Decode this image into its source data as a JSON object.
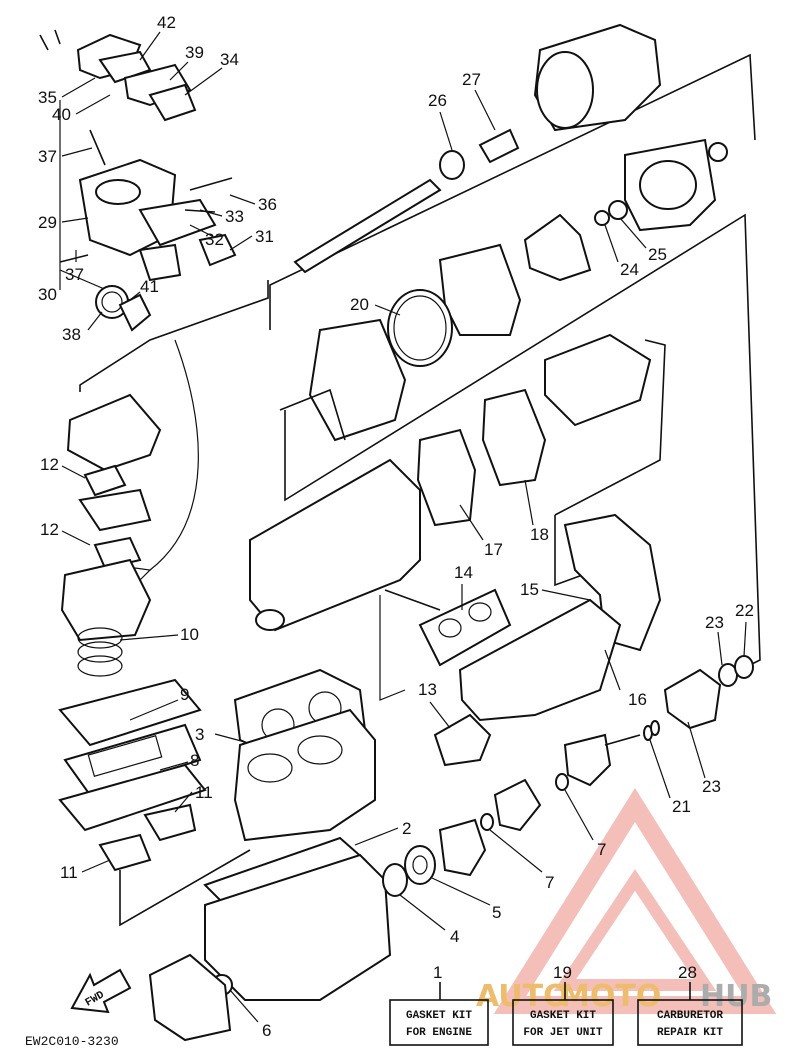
{
  "diagram_code": "EW2C010-3230",
  "fwd_label": "FWD",
  "callouts": [
    {
      "id": "42",
      "text": "42"
    },
    {
      "id": "39",
      "text": "39"
    },
    {
      "id": "34",
      "text": "34"
    },
    {
      "id": "35",
      "text": "35"
    },
    {
      "id": "40",
      "text": "40"
    },
    {
      "id": "37a",
      "text": "37"
    },
    {
      "id": "36",
      "text": "36"
    },
    {
      "id": "33",
      "text": "33"
    },
    {
      "id": "29",
      "text": "29"
    },
    {
      "id": "32",
      "text": "32"
    },
    {
      "id": "31",
      "text": "31"
    },
    {
      "id": "37b",
      "text": "37"
    },
    {
      "id": "30",
      "text": "30"
    },
    {
      "id": "41",
      "text": "41"
    },
    {
      "id": "38",
      "text": "38"
    },
    {
      "id": "27",
      "text": "27"
    },
    {
      "id": "26",
      "text": "26"
    },
    {
      "id": "24",
      "text": "24"
    },
    {
      "id": "25",
      "text": "25"
    },
    {
      "id": "20",
      "text": "20"
    },
    {
      "id": "12a",
      "text": "12"
    },
    {
      "id": "12b",
      "text": "12"
    },
    {
      "id": "10",
      "text": "10"
    },
    {
      "id": "18",
      "text": "18"
    },
    {
      "id": "17",
      "text": "17"
    },
    {
      "id": "14",
      "text": "14"
    },
    {
      "id": "15",
      "text": "15"
    },
    {
      "id": "23a",
      "text": "23"
    },
    {
      "id": "22",
      "text": "22"
    },
    {
      "id": "13",
      "text": "13"
    },
    {
      "id": "16",
      "text": "16"
    },
    {
      "id": "9",
      "text": "9"
    },
    {
      "id": "3",
      "text": "3"
    },
    {
      "id": "8",
      "text": "8"
    },
    {
      "id": "11a",
      "text": "11"
    },
    {
      "id": "11b",
      "text": "11"
    },
    {
      "id": "2",
      "text": "2"
    },
    {
      "id": "21",
      "text": "21"
    },
    {
      "id": "23b",
      "text": "23"
    },
    {
      "id": "7a",
      "text": "7"
    },
    {
      "id": "7b",
      "text": "7"
    },
    {
      "id": "5",
      "text": "5"
    },
    {
      "id": "4",
      "text": "4"
    },
    {
      "id": "6",
      "text": "6"
    }
  ],
  "kits": [
    {
      "number": "1",
      "line1": "GASKET KIT",
      "line2": "FOR ENGINE"
    },
    {
      "number": "19",
      "line1": "GASKET KIT",
      "line2": "FOR JET UNIT"
    },
    {
      "number": "28",
      "line1": "CARBURETOR",
      "line2": "REPAIR KIT"
    }
  ],
  "watermark": {
    "left": "AUTO",
    "mid": "MOTO",
    "right": "HUB"
  },
  "colors": {
    "ink": "#111111",
    "watermark_red": "#e04a3a",
    "watermark_gold": "#e8a030",
    "watermark_grey": "#8a8a8a"
  }
}
